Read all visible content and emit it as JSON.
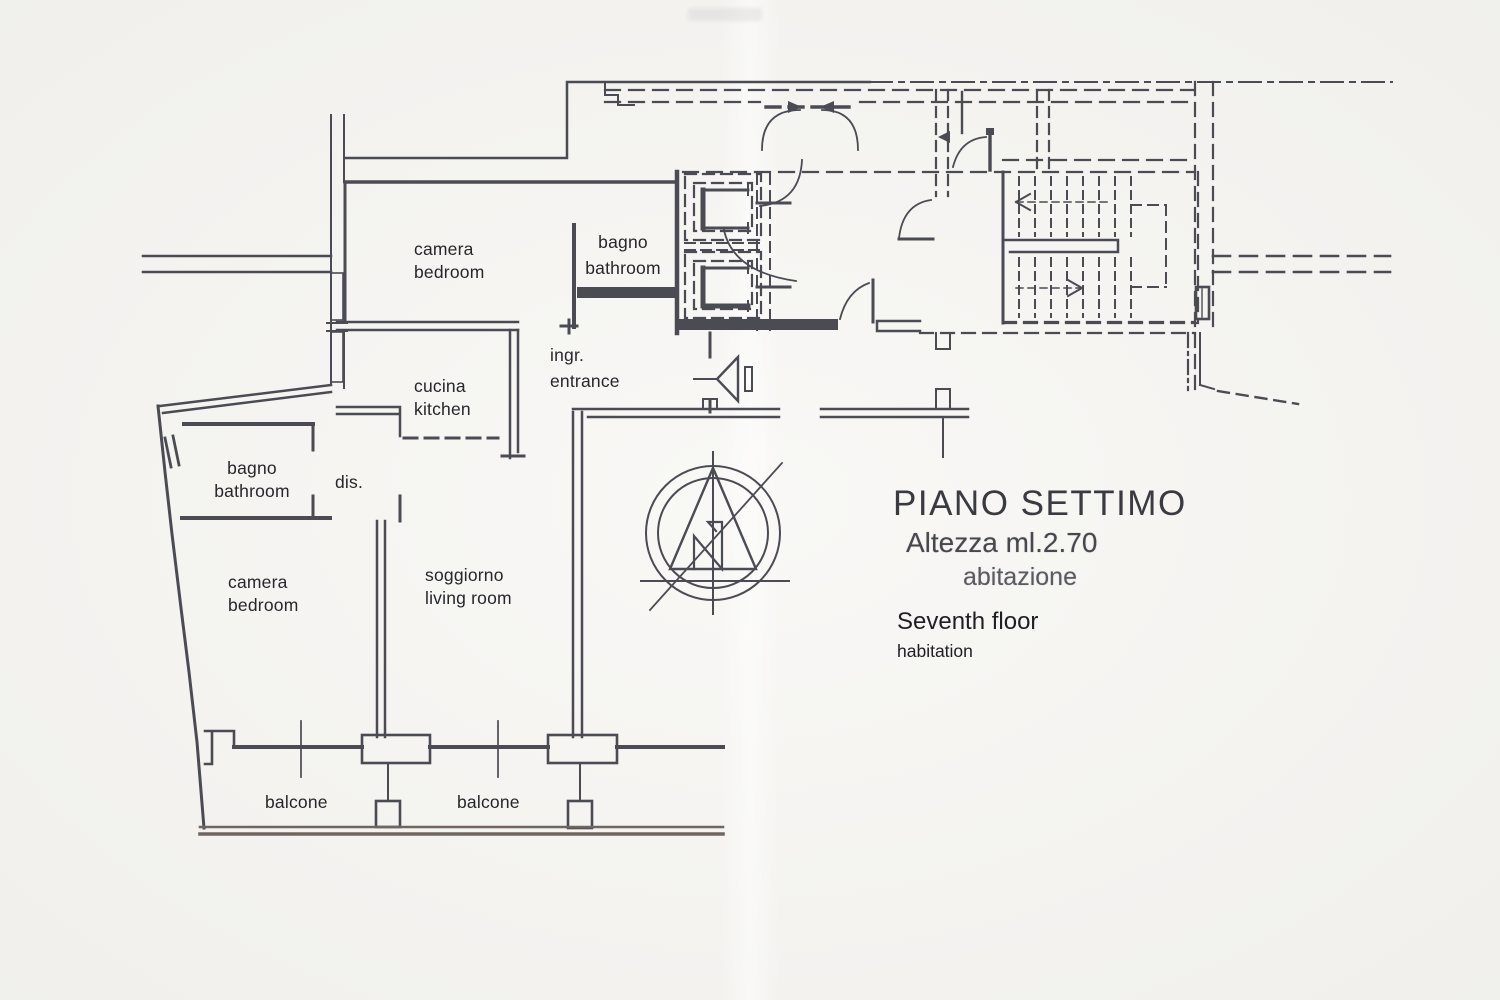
{
  "title_block": {
    "floor_it": "PIANO SETTIMO",
    "height": "Altezza ml.2.70",
    "use_it": "abitazione",
    "floor_en": "Seventh floor",
    "use_en": "habitation"
  },
  "rooms": [
    {
      "id": "bedroom-top",
      "it": "camera",
      "en": "bedroom"
    },
    {
      "id": "bathroom-top",
      "it": "bagno",
      "en": "bathroom"
    },
    {
      "id": "kitchen",
      "it": "cucina",
      "en": "kitchen"
    },
    {
      "id": "entrance",
      "it": "ingr.",
      "en": "entrance"
    },
    {
      "id": "bathroom-left",
      "it": "bagno",
      "en": "bathroom"
    },
    {
      "id": "hallway",
      "it": "dis.",
      "en": ""
    },
    {
      "id": "bedroom-bottom",
      "it": "camera",
      "en": "bedroom"
    },
    {
      "id": "living-room",
      "it": "soggiorno",
      "en": "living room"
    },
    {
      "id": "balcony-left",
      "it": "balcone",
      "en": ""
    },
    {
      "id": "balcony-right",
      "it": "balcone",
      "en": ""
    }
  ],
  "colors": {
    "paper": "#f7f6f3",
    "ink": "#4b4b54",
    "rail": "#6f675f"
  }
}
